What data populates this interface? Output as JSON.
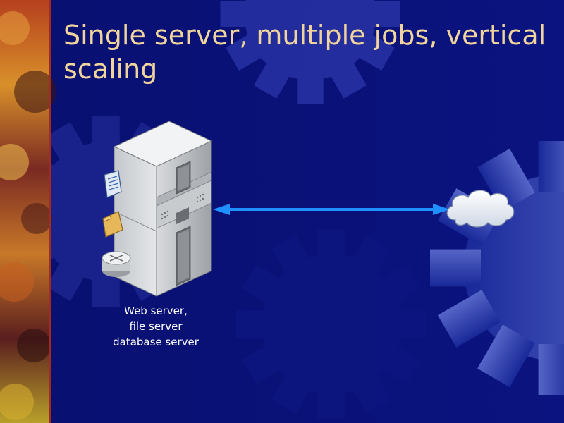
{
  "slide": {
    "title": "Single server, multiple jobs, vertical scaling",
    "server_caption_lines": [
      "Web server,",
      "file server",
      "database server"
    ]
  },
  "diagram": {
    "nodes": [
      {
        "id": "server",
        "icon": "server-rack-icon",
        "attached_icons": [
          "document-icon",
          "folder-icon",
          "router-icon"
        ]
      },
      {
        "id": "internet",
        "icon": "cloud-icon"
      }
    ],
    "edges": [
      {
        "from": "server",
        "to": "internet",
        "style": "double-headed-arrow"
      }
    ]
  },
  "colors": {
    "background": "#0a0f6e",
    "title": "#f1d49c",
    "caption": "#ffffff",
    "arrow": "#1e90ff"
  }
}
